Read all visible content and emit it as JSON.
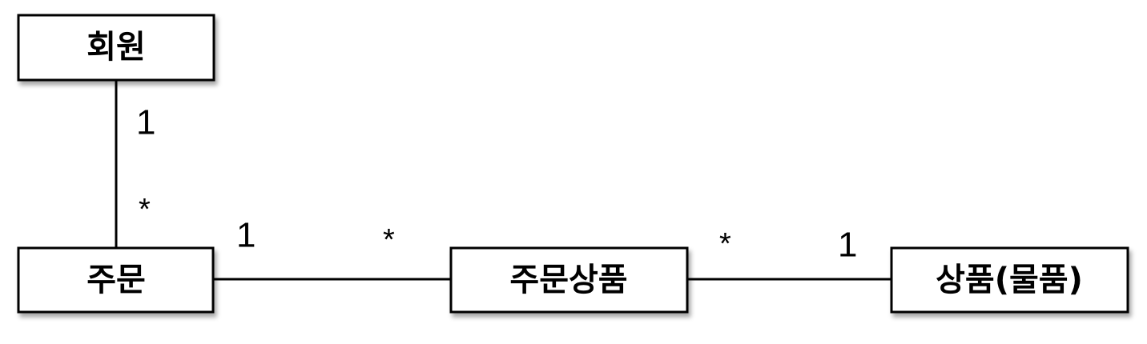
{
  "entities": {
    "member": "회원",
    "order": "주문",
    "order_item": "주문상품",
    "item": "상품(물품)"
  },
  "relations": {
    "member_order": {
      "member_side": "1",
      "order_side": "*"
    },
    "order_orderitem": {
      "order_side": "1",
      "order_item_side": "*"
    },
    "orderitem_item": {
      "order_item_side": "*",
      "item_side": "1"
    }
  }
}
